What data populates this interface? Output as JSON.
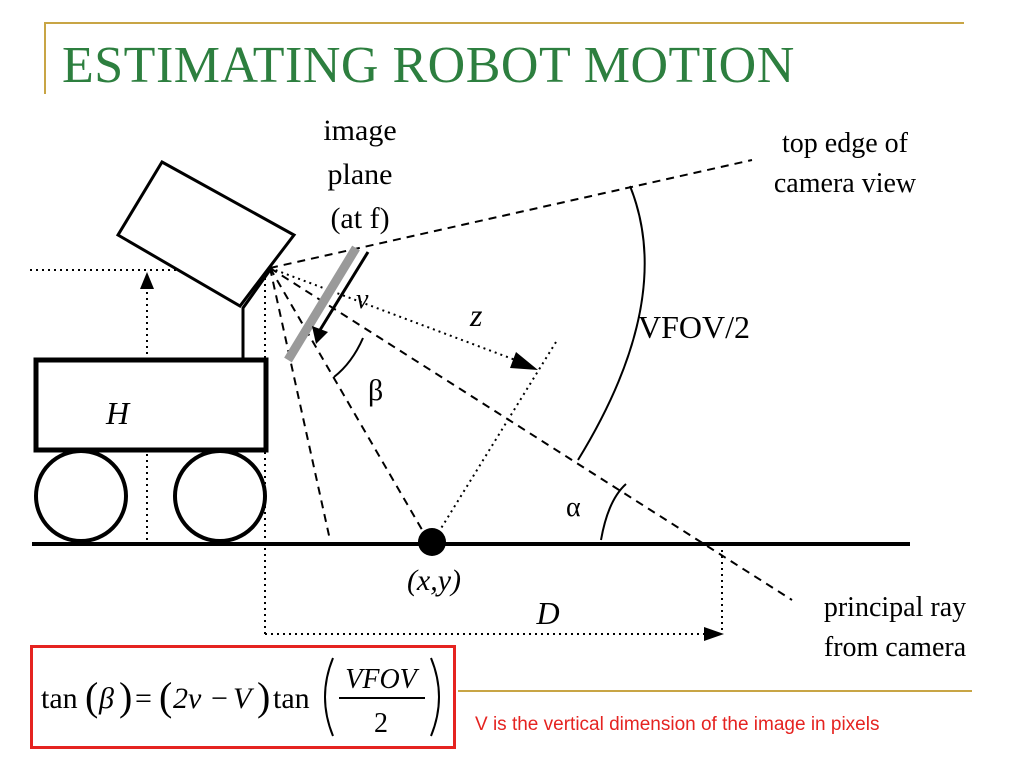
{
  "slide": {
    "title": "ESTIMATING ROBOT MOTION",
    "accent_color": "#c8a545",
    "title_color": "#2d7f3f",
    "highlight_color": "#e52320"
  },
  "diagram": {
    "labels": {
      "image_plane_line1": "image",
      "image_plane_line2": "plane",
      "image_plane_line3": "(at f)",
      "top_edge_line1": "top edge of",
      "top_edge_line2": "camera view",
      "vfov_half": "VFOV/2",
      "v": "v",
      "z": "z",
      "beta": "β",
      "H": "H",
      "alpha": "α",
      "point": "(x,y)",
      "D": "D",
      "principal_line1": "principal ray",
      "principal_line2": "from camera"
    }
  },
  "formula": {
    "lhs": "tan(β) = (2v − V)tan",
    "lhs_tan": "tan",
    "lhs_beta": "β",
    "equals": "=",
    "two_v": "2v",
    "minus": "−",
    "cap_v": "V",
    "rhs_tan": "tan",
    "numerator": "VFOV",
    "denominator": "2"
  },
  "note": "V is the vertical dimension of the image in pixels"
}
